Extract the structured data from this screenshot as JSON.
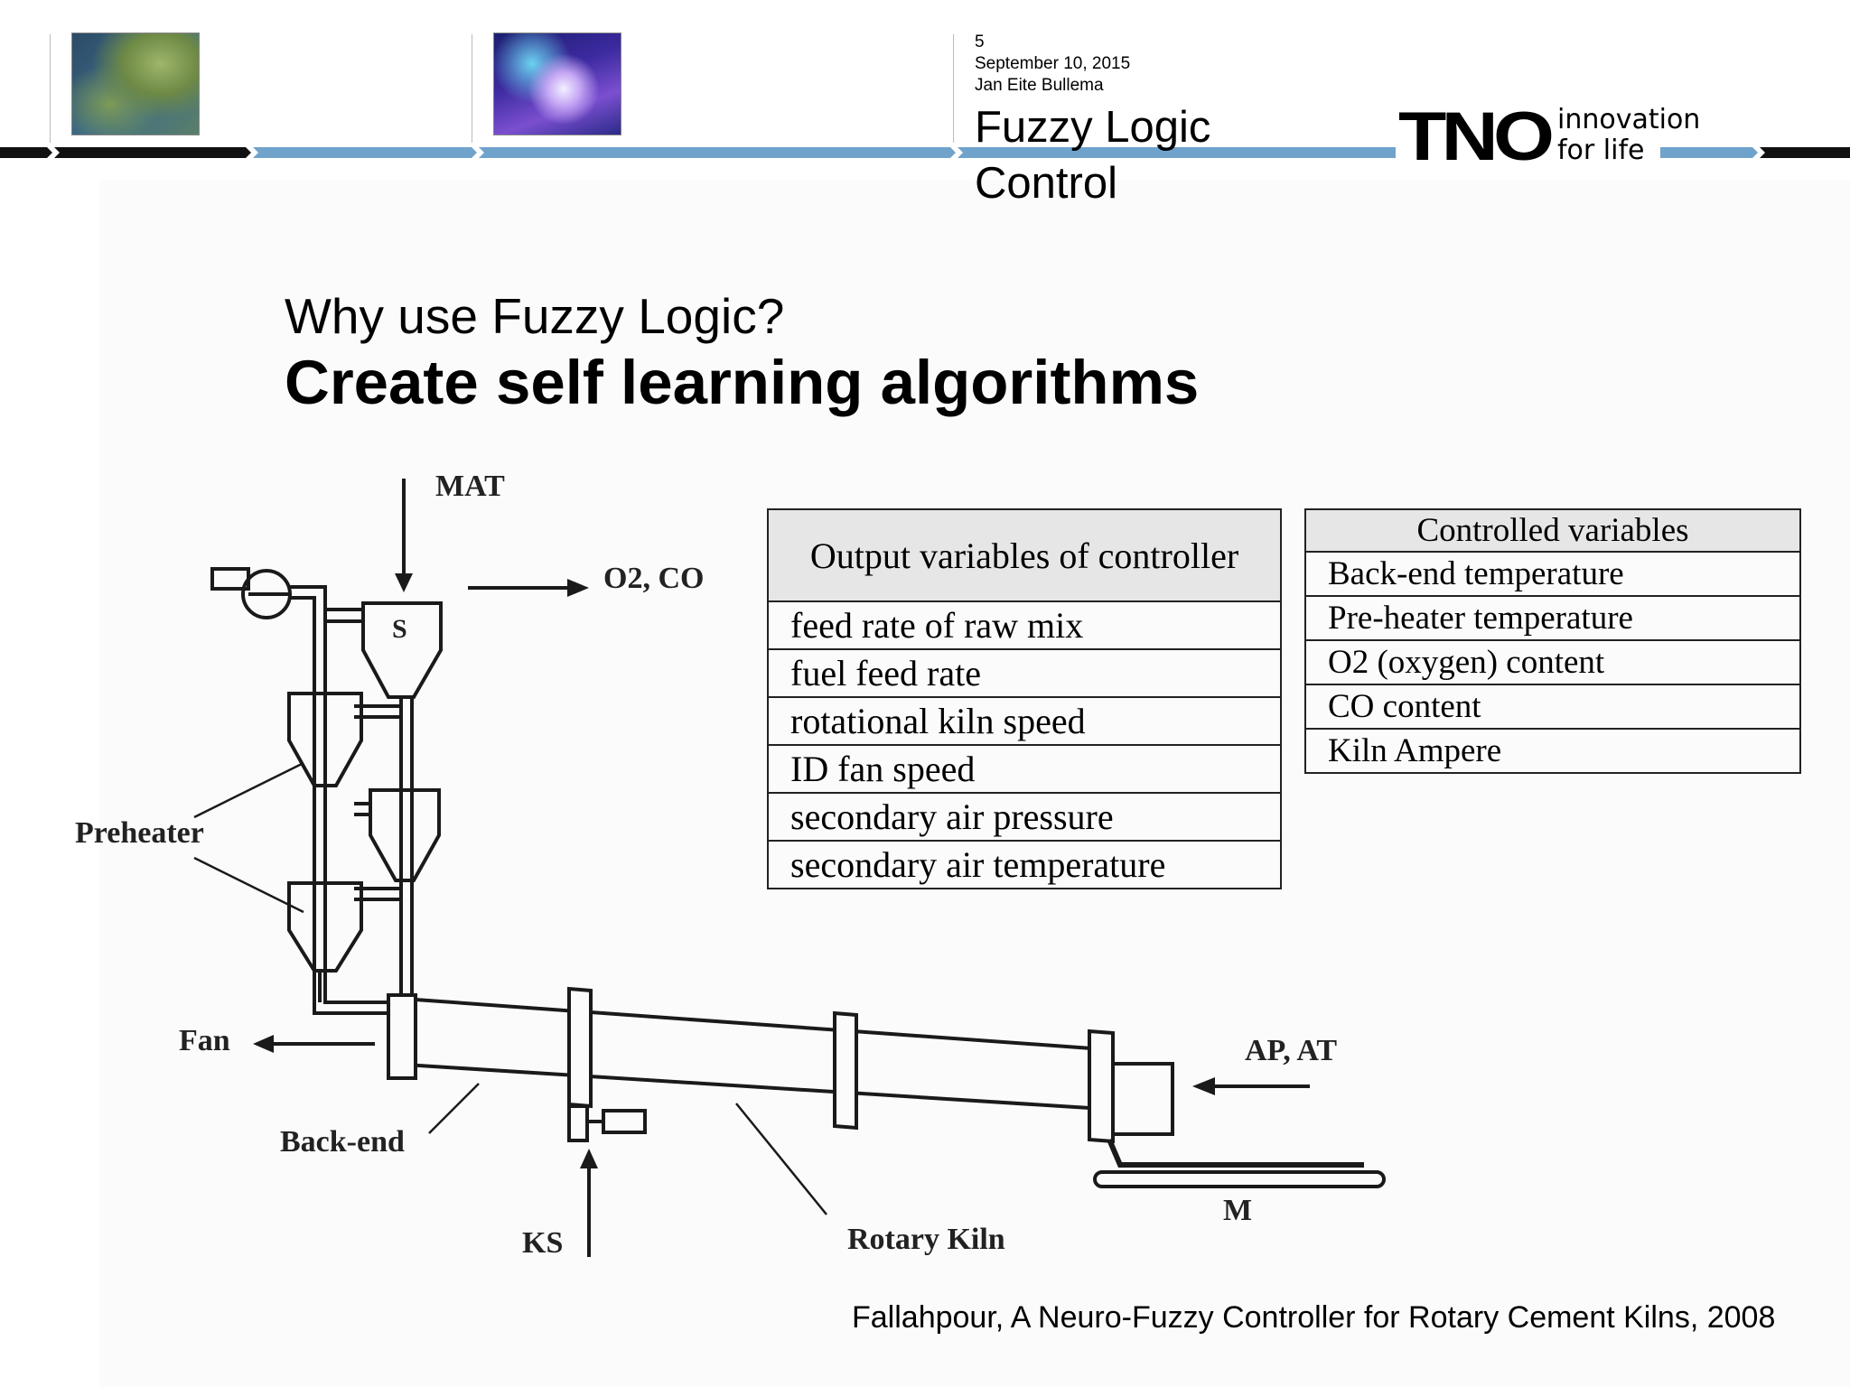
{
  "header": {
    "slide_number": "5",
    "date": "September 10, 2015",
    "author": "Jan Eite Bullema",
    "title_line1": "Fuzzy Logic",
    "title_line2": "Control",
    "logo_mark": "TNO",
    "logo_tag_line1": "innovation",
    "logo_tag_line2": "for life",
    "colors": {
      "bar_dark": "#111111",
      "bar_blue": "#6fa3cc"
    }
  },
  "slide": {
    "subtitle": "Why use Fuzzy Logic?",
    "title": "Create self learning algorithms"
  },
  "output_table": {
    "header": "Output variables of controller",
    "rows": [
      "feed rate of raw mix",
      "fuel feed rate",
      "rotational kiln speed",
      "ID fan speed",
      "secondary air pressure",
      "secondary air temperature"
    ]
  },
  "controlled_table": {
    "header": "Controlled variables",
    "rows": [
      "Back-end temperature",
      "Pre-heater temperature",
      "O2 (oxygen) content",
      "CO content",
      "Kiln Ampere"
    ]
  },
  "diagram": {
    "mat": "MAT",
    "o2co": "O2, CO",
    "s": "S",
    "preheater": "Preheater",
    "fan": "Fan",
    "backend": "Back-end",
    "ks": "KS",
    "rotary_kiln": "Rotary Kiln",
    "apat": "AP, AT",
    "m": "M"
  },
  "citation": "Fallahpour, A Neuro-Fuzzy Controller for Rotary Cement Kilns, 2008"
}
